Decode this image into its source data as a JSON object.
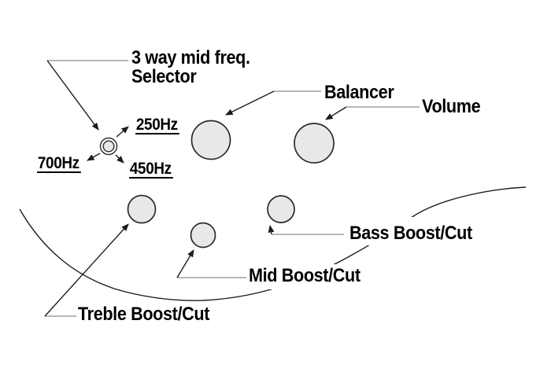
{
  "labels": {
    "selector_line1": "3 way mid freq.",
    "selector_line2": "Selector",
    "freq_250": "250Hz",
    "freq_700": "700Hz",
    "freq_450": "450Hz",
    "balancer": "Balancer",
    "volume": "Volume",
    "bass": "Bass Boost/Cut",
    "mid": "Mid Boost/Cut",
    "treble": "Treble Boost/Cut"
  },
  "colors": {
    "background": "#ffffff",
    "text": "#000000",
    "knob_fill": "#e8e8e8",
    "knob_stroke": "#2a2a2a",
    "line_black": "#1c1c1c",
    "line_gray": "#8c8c8c"
  }
}
